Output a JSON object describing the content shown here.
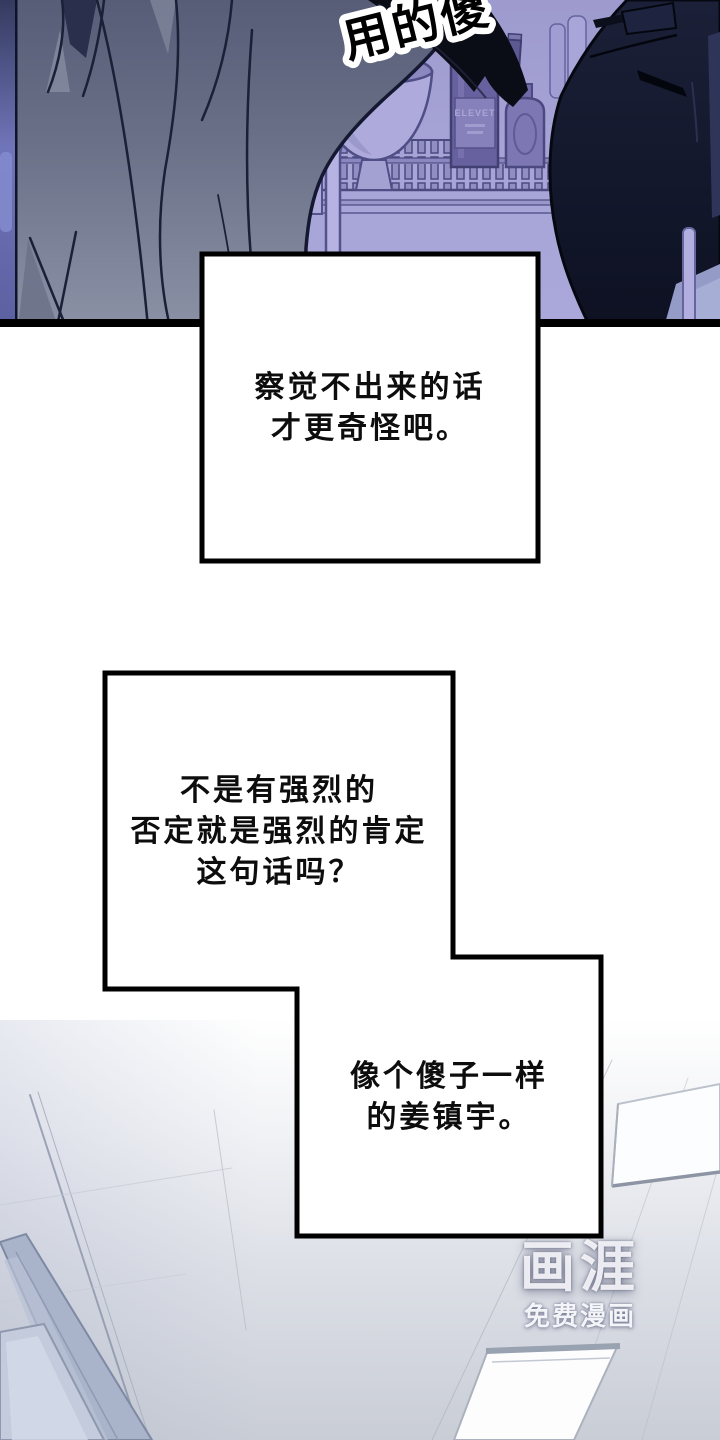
{
  "page": {
    "background": "#ffffff"
  },
  "panel": {
    "sfx_text": "用的傻",
    "bottle_label": "ELEVET",
    "colors": {
      "background_lavender": "#a5a2d6",
      "suit_gray": "#6e7489",
      "dark_clothing": "#141830",
      "arm_black": "#0a0c16",
      "outline": "#000000"
    }
  },
  "narration_boxes": [
    {
      "lines": [
        "察觉不出来的话",
        "才更奇怪吧。"
      ]
    },
    {
      "lines": [
        "不是有强烈的",
        "否定就是强烈的肯定",
        "这句话吗？"
      ]
    },
    {
      "lines": [
        "像个傻子一样",
        "的姜镇宇。"
      ]
    }
  ],
  "watermark": {
    "logo": "画涯",
    "subtitle": "免费漫画"
  }
}
